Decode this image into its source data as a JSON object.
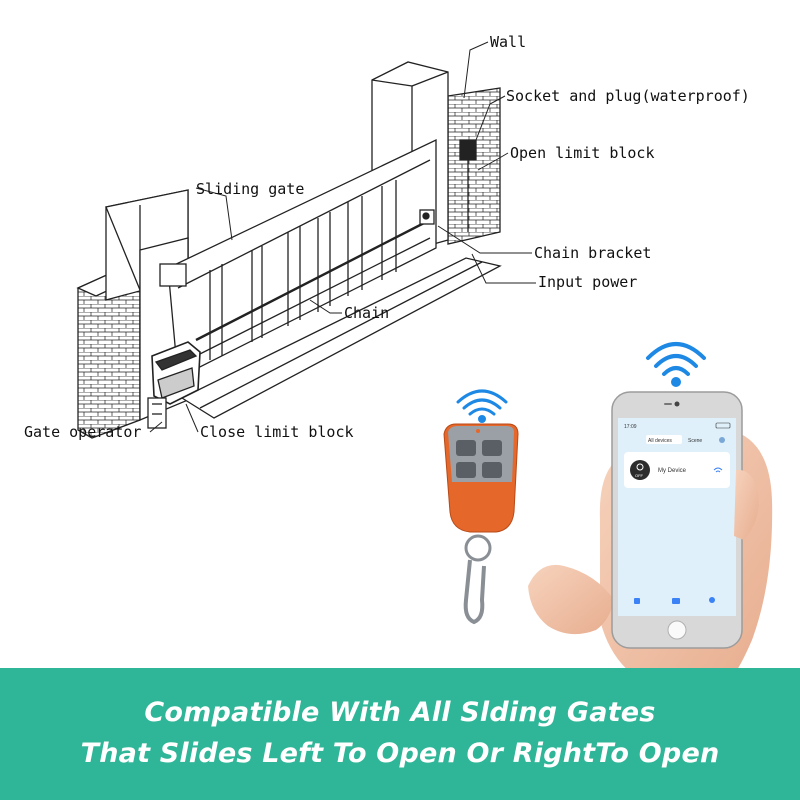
{
  "labels": {
    "wall": "Wall",
    "socket": "Socket and plug(waterproof)",
    "open_limit": "Open limit block",
    "sliding_gate": "Sliding gate",
    "chain_bracket": "Chain bracket",
    "input_power": "Input power",
    "chain": "Chain",
    "gate_operator": "Gate operator",
    "close_limit": "Close limit block"
  },
  "phone": {
    "time": "17:09",
    "filter": "All devices",
    "scene": "Scene",
    "device_name": "My Device",
    "switch_state": "OFF"
  },
  "banner": {
    "line1": "Compatible With All Slding Gates",
    "line2": "That Slides Left To Open Or RightTo Open"
  },
  "colors": {
    "banner": "#2fb597",
    "remote_body": "#e5672a",
    "phone_screen": "#dff0fb",
    "wifi": "#1e88e5"
  }
}
